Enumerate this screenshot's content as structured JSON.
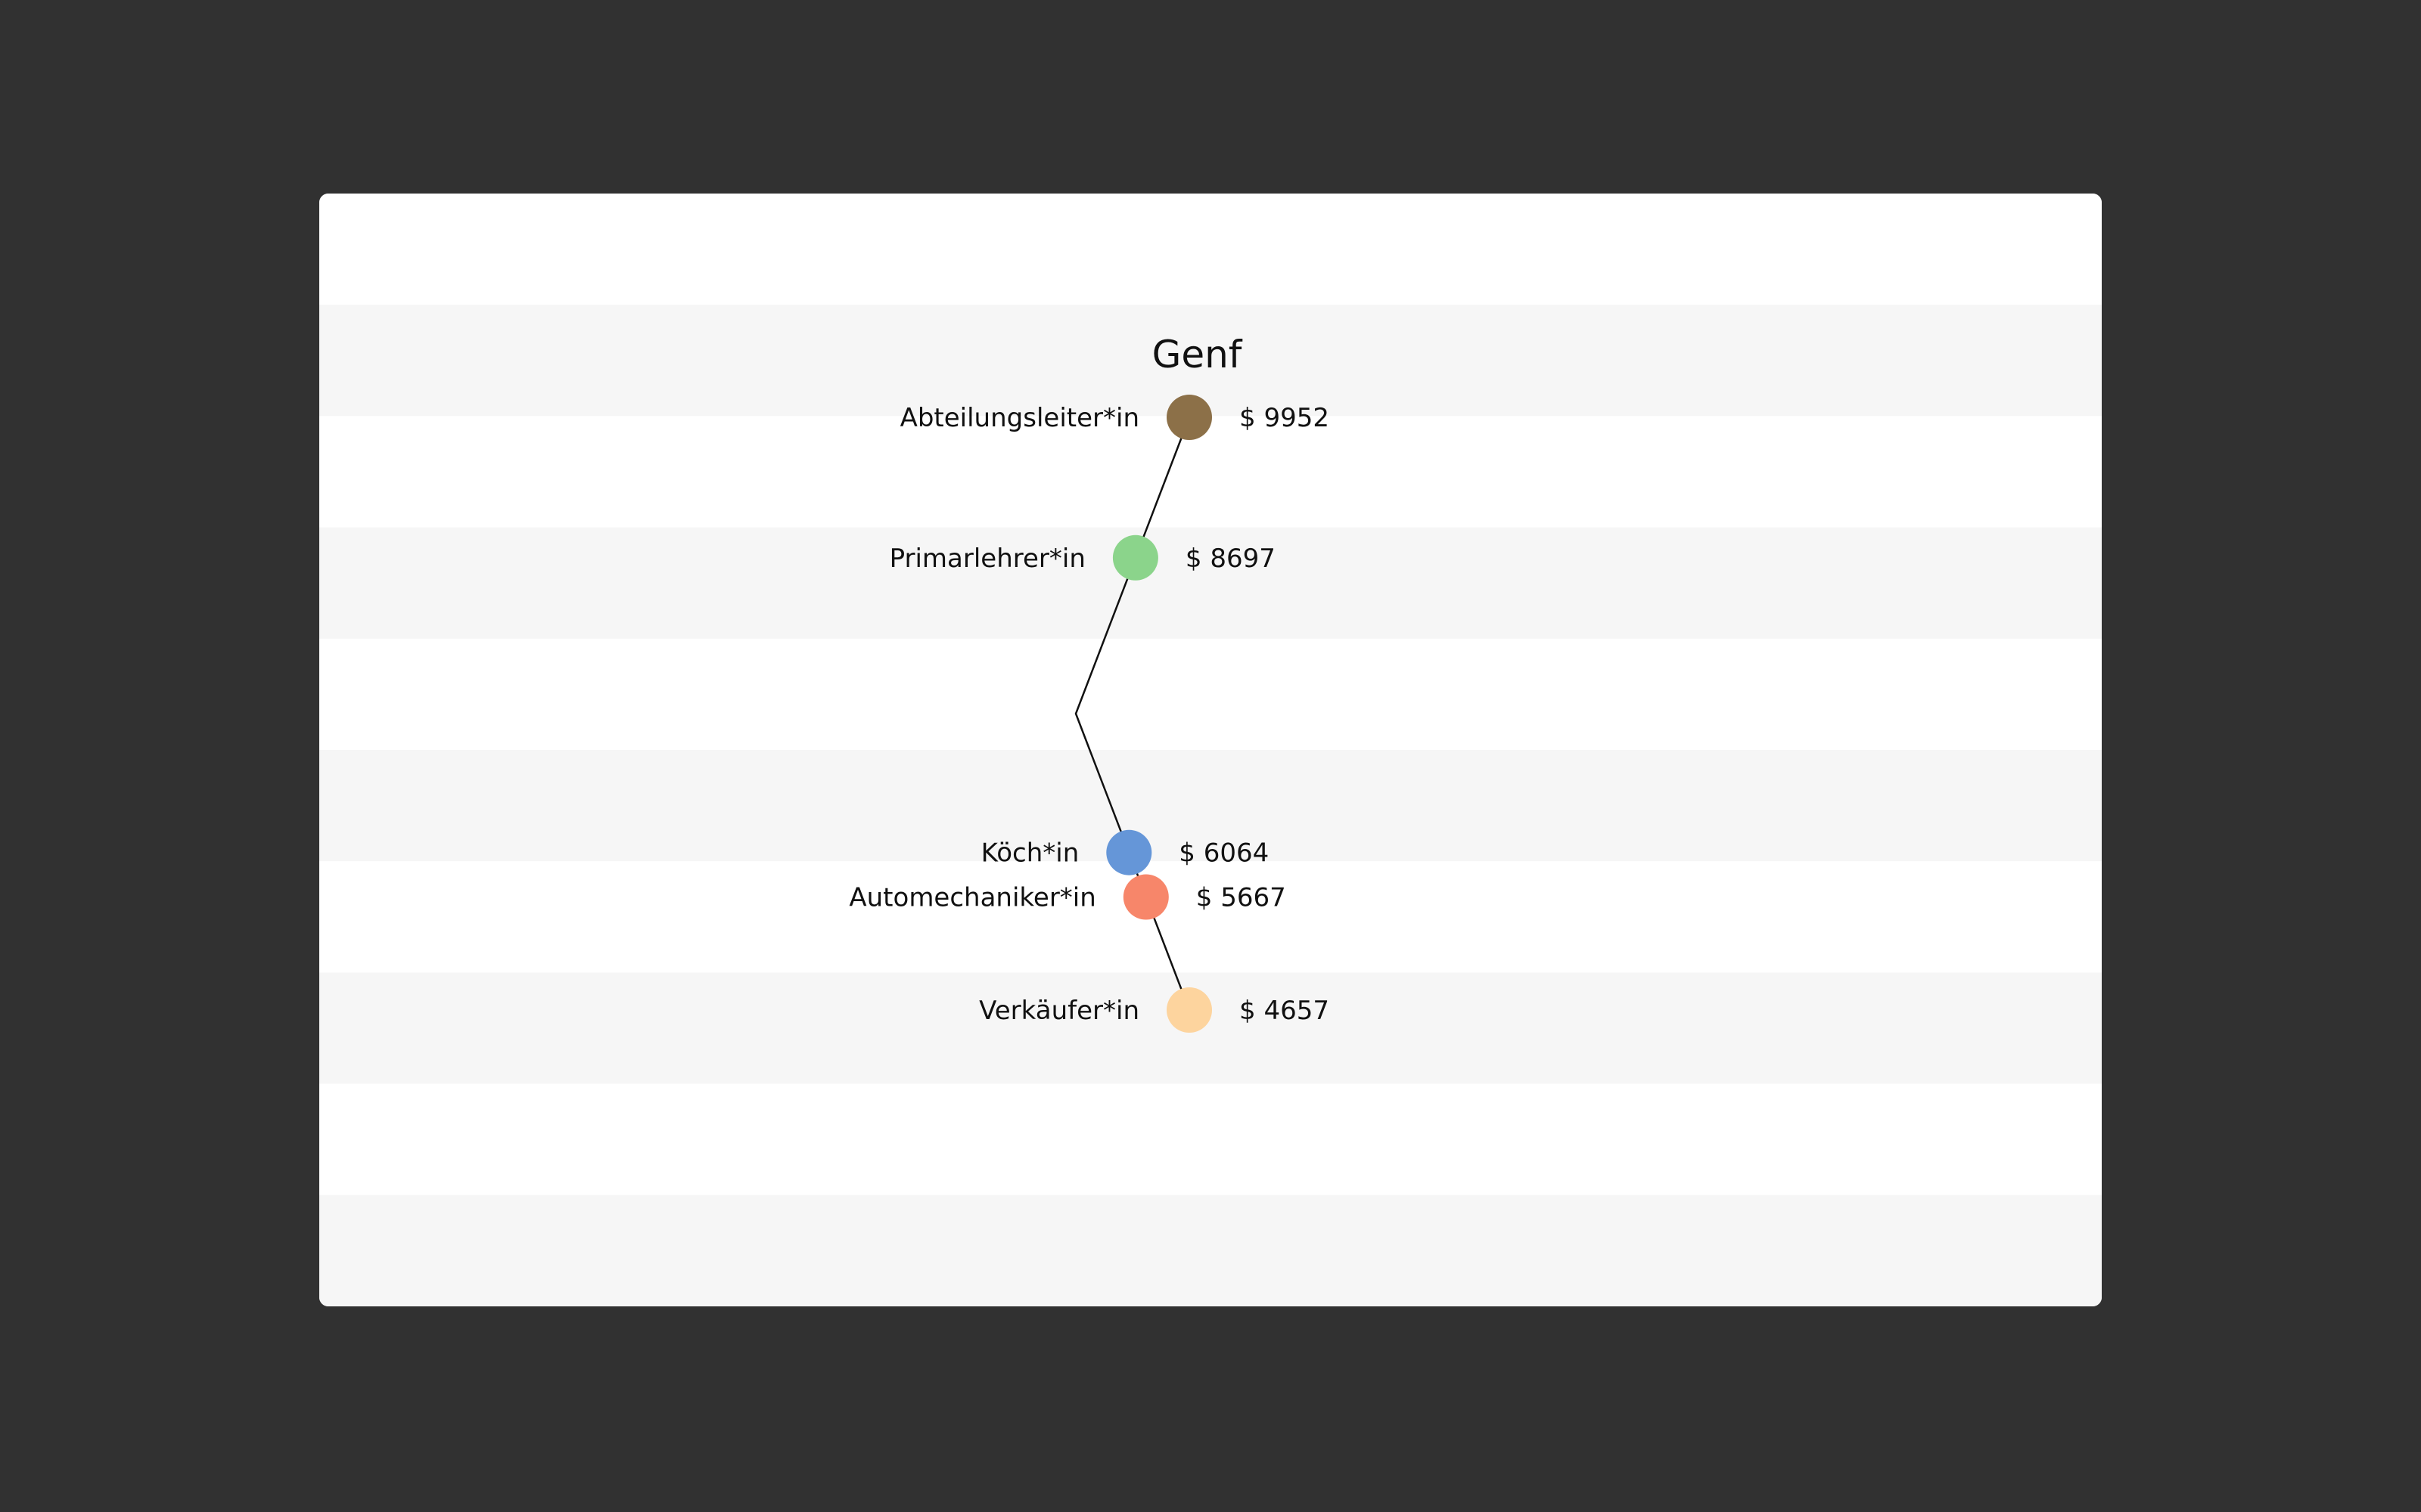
{
  "chart_data": {
    "type": "scatter",
    "title": "Genf",
    "currency_prefix": "$",
    "items": [
      {
        "label": "Abteilungsleiter*in",
        "value": 9952,
        "color": "#8c7048"
      },
      {
        "label": "Primarlehrer*in",
        "value": 8697,
        "color": "#8bd48b"
      },
      {
        "label": "Köch*in",
        "value": 6064,
        "color": "#6596d8"
      },
      {
        "label": "Automechaniker*in",
        "value": 5667,
        "color": "#f7866a"
      },
      {
        "label": "Verkäufer*in",
        "value": 4657,
        "color": "#fdd49e"
      }
    ],
    "grid": "alternating-bands"
  }
}
